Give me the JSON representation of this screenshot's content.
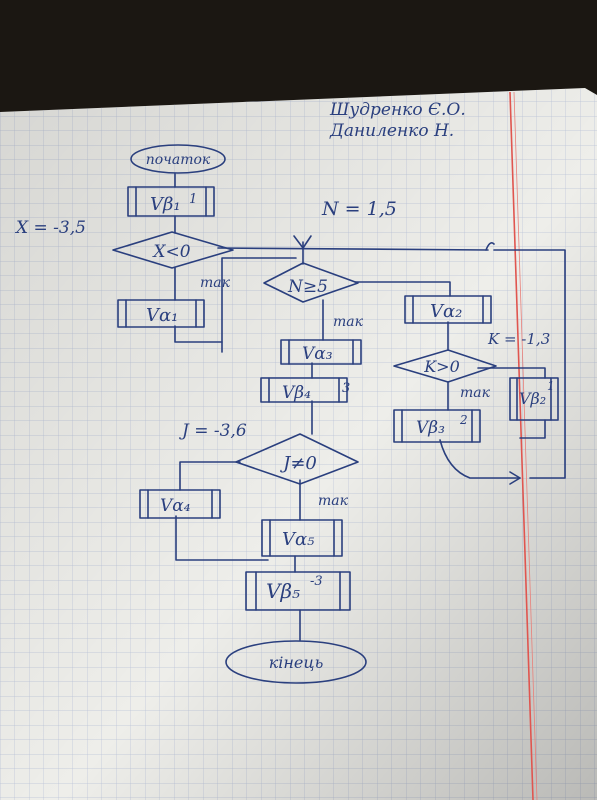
{
  "authors": [
    "Шудренко Є.О.",
    "Даниленко Н."
  ],
  "flowchart": {
    "start": "початок",
    "end": "кінець",
    "boxes": {
      "vb1": {
        "main": "Vβ₁",
        "sup": "1"
      },
      "va1": {
        "main": "Vα₁"
      },
      "va2": {
        "main": "Vα₂"
      },
      "va3": {
        "main": "Vα₃"
      },
      "vb4": {
        "main": "Vβ₄",
        "sup": "3"
      },
      "vb2": {
        "main": "Vβ₂",
        "sup": "1"
      },
      "vb3": {
        "main": "Vβ₃",
        "sup": "2"
      },
      "va4": {
        "main": "Vα₄"
      },
      "va5": {
        "main": "Vα₅"
      },
      "vb5": {
        "main": "Vβ₅",
        "sup": "-3"
      }
    },
    "conditions": {
      "c1": "X<0",
      "c2": "N≥5",
      "c3": "K>0",
      "c4": "J≠0"
    },
    "yes_label": "так",
    "assignments": {
      "x": "X = -3,5",
      "n": "N = 1,5",
      "k": "K = -1,3",
      "j": "J = -3,6"
    }
  }
}
